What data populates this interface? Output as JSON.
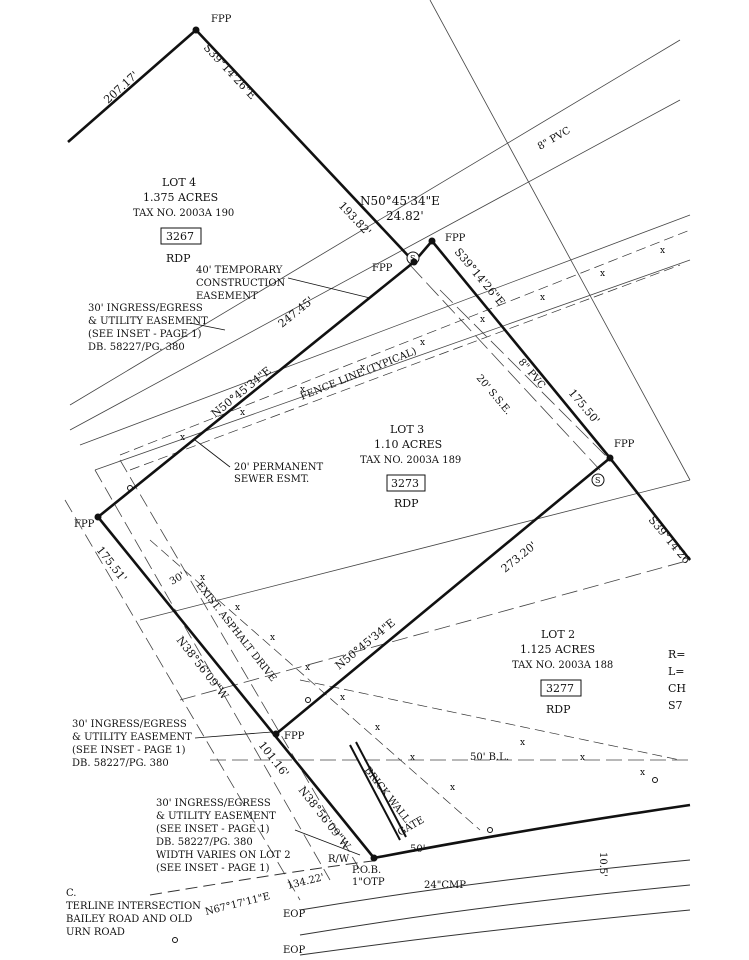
{
  "markers": {
    "fpp": "FPP",
    "pob": "P.O.B.",
    "otp": "1\"OTP",
    "rw": "R/W",
    "eop": "EOP",
    "sewer": "S"
  },
  "lots": {
    "lot4": {
      "name": "LOT 4",
      "acres": "1.375 ACRES",
      "tax": "TAX NO. 2003A 190",
      "number": "3267",
      "zone": "RDP"
    },
    "lot3": {
      "name": "LOT 3",
      "acres": "1.10 ACRES",
      "tax": "TAX NO. 2003A 189",
      "number": "3273",
      "zone": "RDP"
    },
    "lot2": {
      "name": "LOT 2",
      "acres": "1.125 ACRES",
      "tax": "TAX NO. 2003A 188",
      "number": "3277",
      "zone": "RDP"
    }
  },
  "bearings": {
    "b1": "207.17'",
    "b2": "S39°14'26\"E",
    "b3": "193.82'",
    "b4": "N50°45'34\"E",
    "b5": "24.82'",
    "b6": "S39°14'26\"E",
    "b7": "247.45'",
    "b8": "N50°45'34\"E",
    "b9": "175.50'",
    "b10": "273.20'",
    "b11": "N50°45'34\"E",
    "b12": "175.51'",
    "b13": "N38°56'09\"W",
    "b14": "101.16'",
    "b15": "N38°56'09\"W",
    "b16": "134.22'",
    "b17": "N67°17'11\"E",
    "b18": "S39°14'26",
    "b19": "50'",
    "b20": "10.5'",
    "b21": "30'"
  },
  "features": {
    "pvc1": "8\" PVC",
    "pvc2": "8\" PVC",
    "sse": "20' S.S.E.",
    "fence": "FENCE LINE (TYPICAL)",
    "drive": "EXIST. ASPHALT DRIVE",
    "brick": "BRICK WALL",
    "gate": "GATE",
    "bl": "50' B.L.",
    "cmp": "24\"CMP"
  },
  "notes": {
    "temp": [
      "40' TEMPORARY",
      "CONSTRUCTION",
      "EASEMENT"
    ],
    "ingress1": [
      "30' INGRESS/EGRESS",
      "& UTILITY EASEMENT",
      "(SEE INSET - PAGE 1)",
      "DB. 58227/PG. 380"
    ],
    "perm": [
      "20' PERMANENT",
      "SEWER ESMT."
    ],
    "ingress2": [
      "30' INGRESS/EGRESS",
      "& UTILITY EASEMENT",
      "(SEE INSET - PAGE 1)",
      "DB. 58227/PG. 380"
    ],
    "ingress3": [
      "30' INGRESS/EGRESS",
      "& UTILITY EASEMENT",
      "(SEE INSET - PAGE 1)",
      "DB. 58227/PG. 380",
      "WIDTH VARIES ON LOT 2",
      "(SEE INSET - PAGE 1)"
    ],
    "center": [
      "C.",
      "TERLINE INTERSECTION",
      "BAILEY ROAD AND OLD",
      "URN ROAD"
    ],
    "curve": [
      "R=",
      "L=",
      "CH",
      "S7"
    ]
  }
}
